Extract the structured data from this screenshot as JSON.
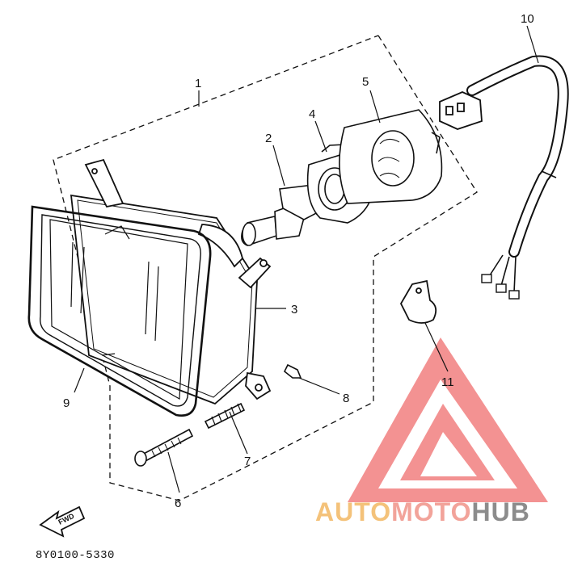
{
  "callouts": [
    "1",
    "2",
    "3",
    "4",
    "5",
    "6",
    "7",
    "8",
    "9",
    "10",
    "11"
  ],
  "direction_label": "FWD",
  "diagram_code": "8Y0100-5330",
  "watermark": {
    "part1": "AUTO",
    "part2": "MOTO",
    "part3": "HUB",
    "colors": {
      "auto": "#f4c27a",
      "moto": "#f2a39a",
      "hub": "#8c8c8c",
      "logo": "#f06e6e"
    }
  }
}
